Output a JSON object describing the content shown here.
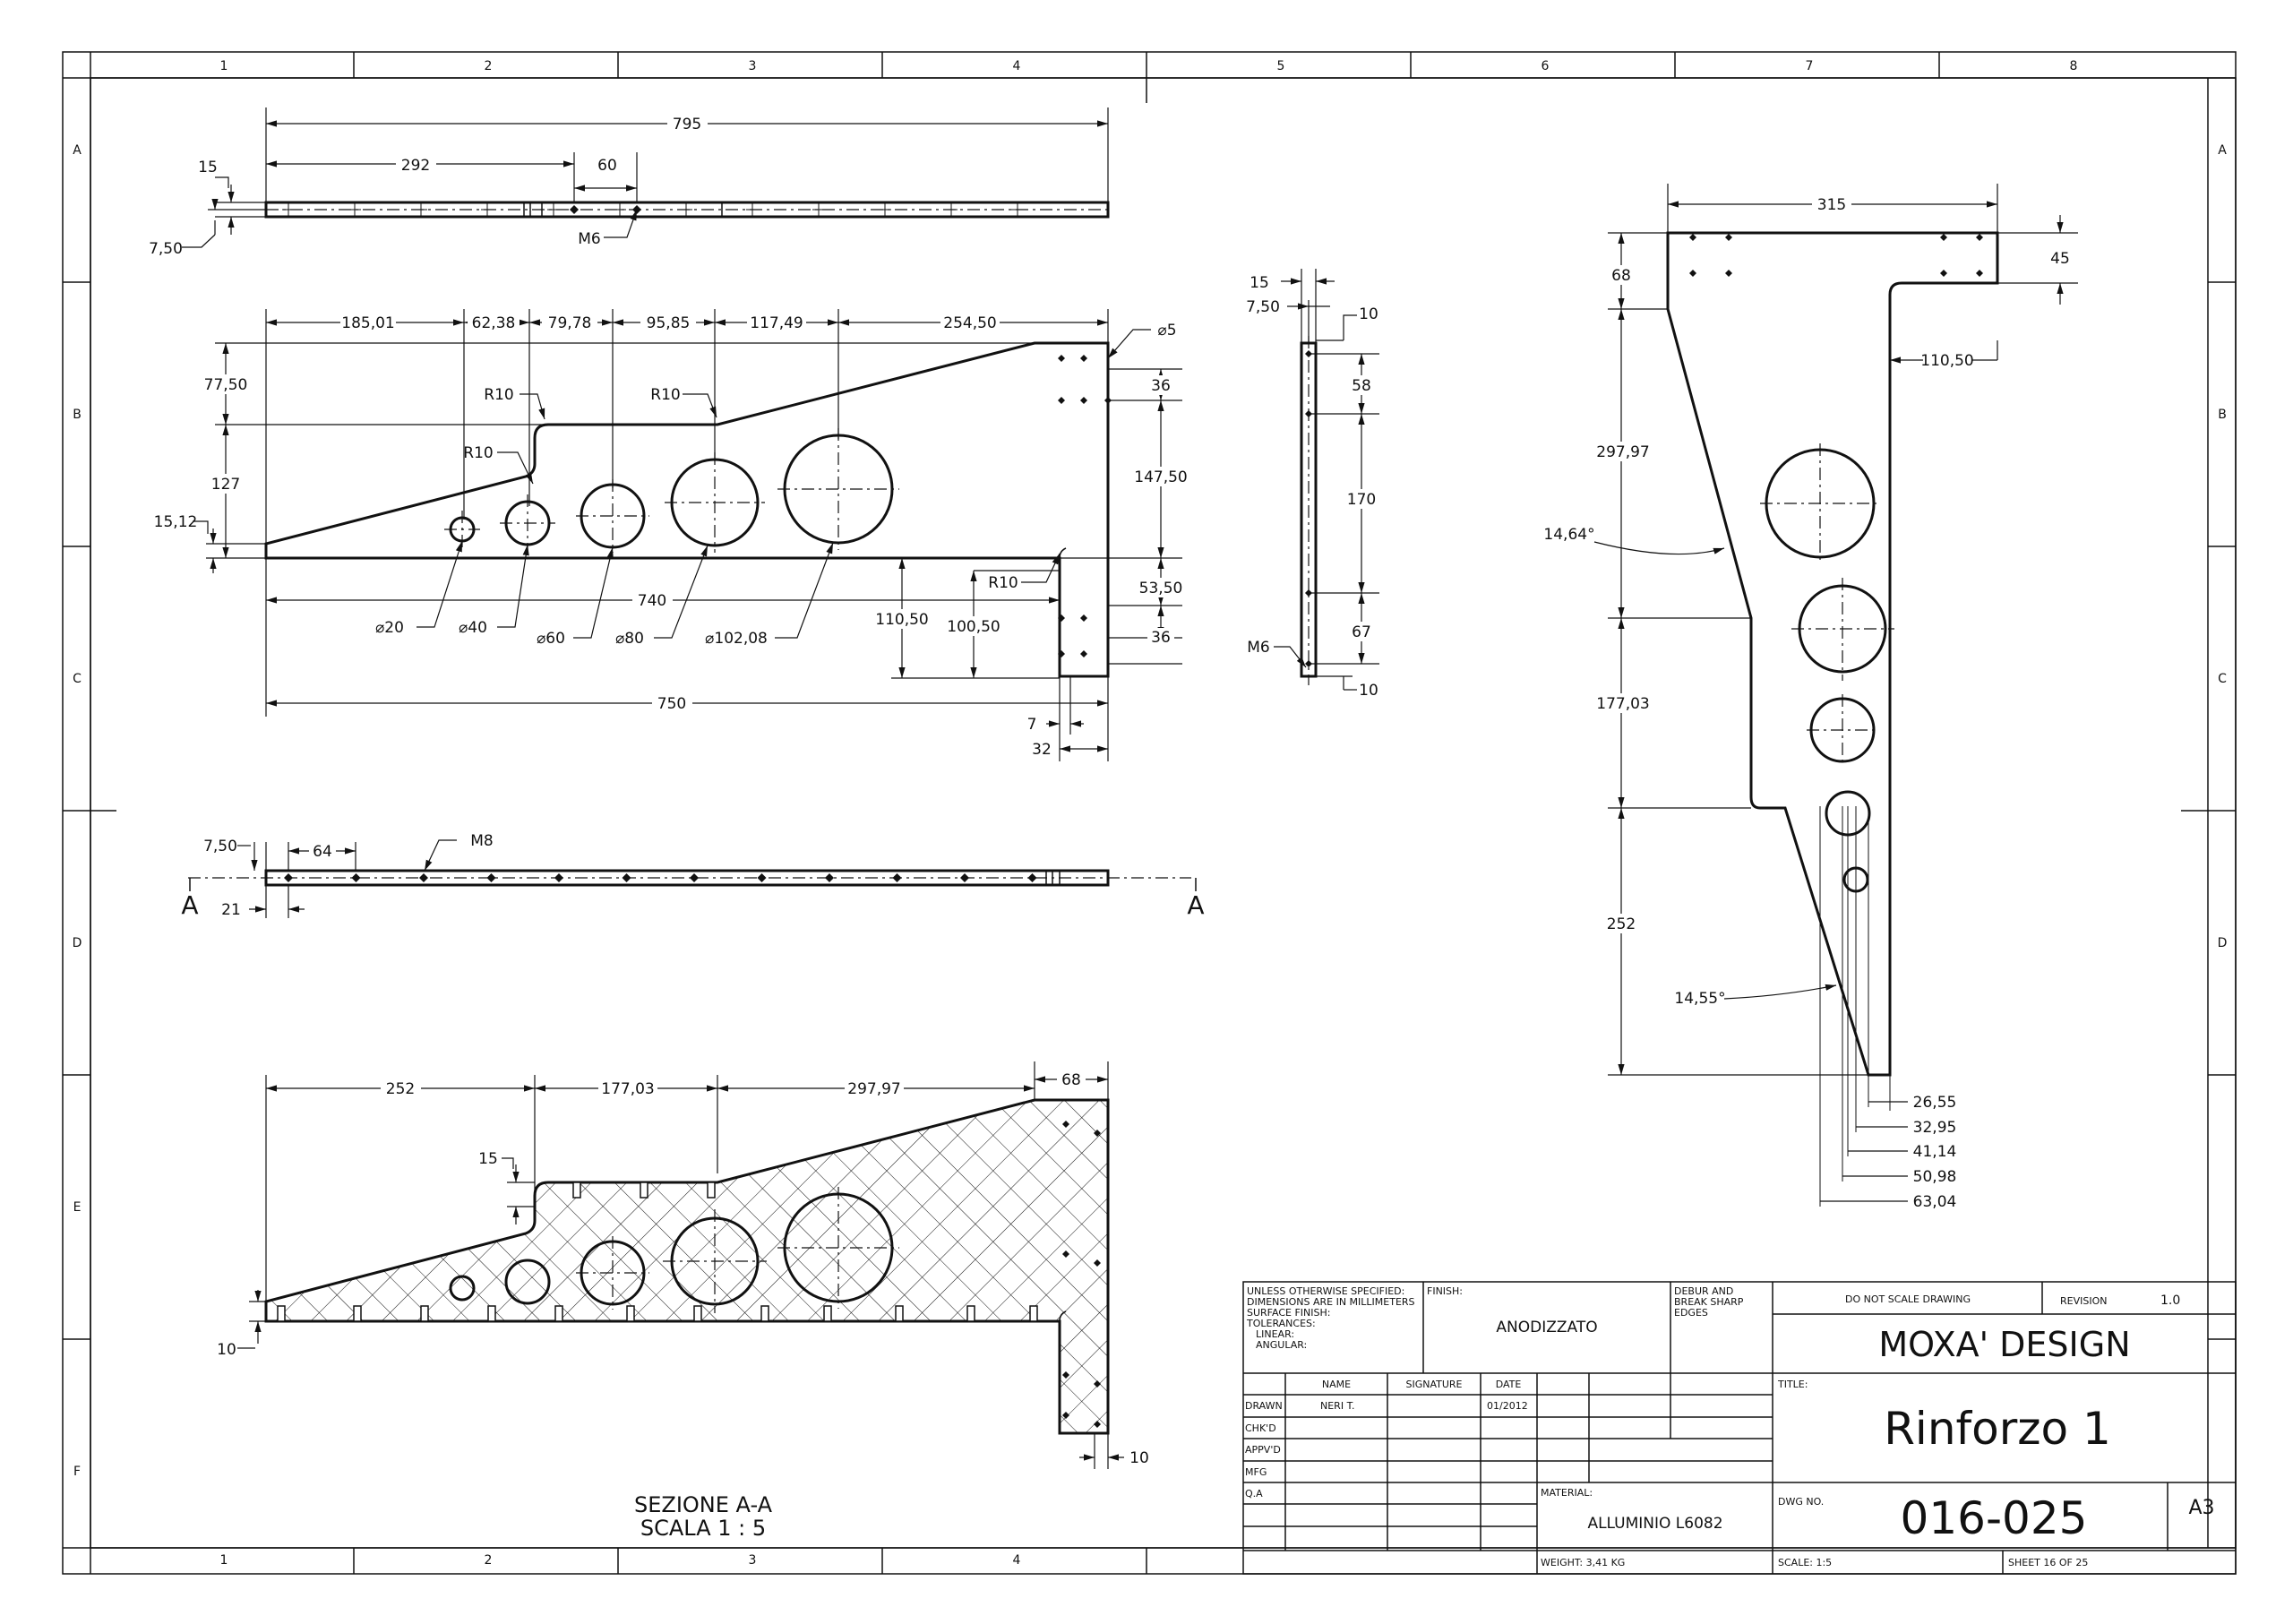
{
  "frame": {
    "columns": [
      "1",
      "2",
      "3",
      "4",
      "5",
      "6",
      "7",
      "8"
    ],
    "rows": [
      "A",
      "B",
      "C",
      "D",
      "E",
      "F"
    ]
  },
  "views": {
    "top": {
      "dims": [
        "795",
        "292",
        "60",
        "15",
        "7,50",
        "M6"
      ]
    },
    "front": {
      "dims_top": [
        "185,01",
        "62,38",
        "79,78",
        "95,85",
        "117,49",
        "254,50"
      ],
      "dims_left": [
        "77,50",
        "127",
        "15,12"
      ],
      "radii": [
        "R10",
        "R10",
        "R10",
        "R10"
      ],
      "holes": [
        "⌀20",
        "⌀40",
        "⌀60",
        "⌀80",
        "⌀102,08"
      ],
      "dims_right": [
        "⌀5",
        "36",
        "147,50",
        "53,50",
        "36"
      ],
      "dims_bottom": [
        "740",
        "110,50",
        "100,50",
        "750",
        "7",
        "32"
      ]
    },
    "side": {
      "dims": [
        "15",
        "7,50",
        "10",
        "58",
        "170",
        "67",
        "10",
        "M6"
      ]
    },
    "bottom": {
      "dims": [
        "7,50",
        "64",
        "M8",
        "21"
      ],
      "section_marks": [
        "A",
        "A"
      ]
    },
    "section": {
      "dims": [
        "252",
        "177,03",
        "297,97",
        "68",
        "15",
        "10",
        "10"
      ],
      "caption_line1": "SEZIONE A-A",
      "caption_line2": "SCALA 1 : 5"
    },
    "rotated": {
      "dims": [
        "315",
        "68",
        "45",
        "110,50",
        "297,97",
        "14,64°",
        "177,03",
        "252",
        "14,55°"
      ],
      "stack_dims": [
        "26,55",
        "32,95",
        "41,14",
        "50,98",
        "63,04"
      ]
    }
  },
  "title_block": {
    "spec_text": [
      "UNLESS OTHERWISE SPECIFIED:",
      "DIMENSIONS ARE IN MILLIMETERS",
      "SURFACE FINISH:",
      "TOLERANCES:",
      "LINEAR:",
      "ANGULAR:"
    ],
    "finish_label": "FINISH:",
    "finish_value": "ANODIZZATO",
    "deburr": [
      "DEBUR AND",
      "BREAK SHARP",
      "EDGES"
    ],
    "do_not_scale": "DO NOT SCALE DRAWING",
    "revision_label": "REVISION",
    "revision_value": "1.0",
    "company": "MOXA' DESIGN",
    "col_headers": [
      "NAME",
      "SIGNATURE",
      "DATE"
    ],
    "row_labels": [
      "DRAWN",
      "CHK'D",
      "APPV'D",
      "MFG",
      "Q.A"
    ],
    "drawn_name": "NERI T.",
    "drawn_date": "01/2012",
    "title_label": "TITLE:",
    "title_value": "Rinforzo 1",
    "material_label": "MATERIAL:",
    "material_value": "ALLUMINIO L6082",
    "dwg_no_label": "DWG NO.",
    "dwg_no_value": "016-025",
    "size": "A3",
    "weight": "WEIGHT: 3,41 KG",
    "scale": "SCALE: 1:5",
    "sheet": "SHEET 16 OF 25"
  }
}
